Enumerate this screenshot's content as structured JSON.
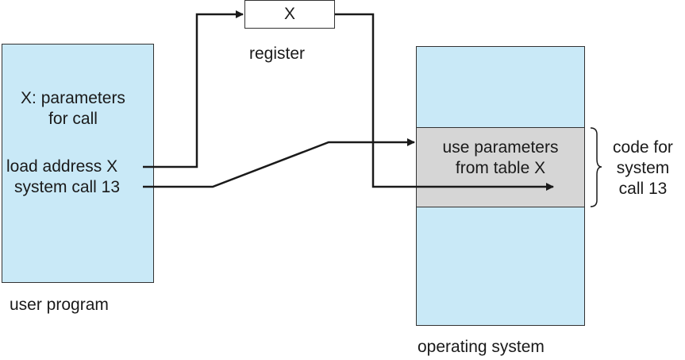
{
  "register": {
    "value": "X",
    "caption": "register"
  },
  "user_program": {
    "caption": "user program",
    "param_line1": "X: parameters",
    "param_line2": "for call",
    "instruction1": "load address X",
    "instruction2": "system call 13"
  },
  "operating_system": {
    "caption": "operating system",
    "code_line1": "use parameters",
    "code_line2": "from table X"
  },
  "code_label": {
    "line1": "code for",
    "line2": "system",
    "line3": "call 13"
  },
  "colors": {
    "box_fill": "#c9e9f7",
    "code_region_fill": "#d6d6d6",
    "line": "#1a1a1a"
  }
}
